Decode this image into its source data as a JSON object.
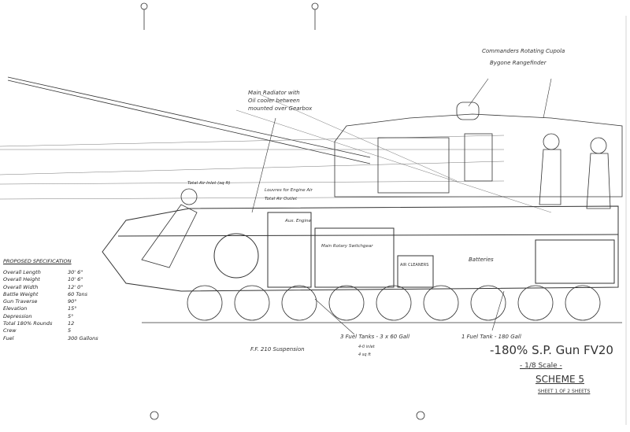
{
  "drawing": {
    "title": "-180% S.P. Gun FV20",
    "scale": "- 1/8 Scale -",
    "scheme": "SCHEME 5",
    "sheet": "SHEET 1 OF 2 SHEETS"
  },
  "specification": {
    "heading": "PROPOSED SPECIFICATION",
    "rows": [
      {
        "label": "Overall Length",
        "value": "30' 6\""
      },
      {
        "label": "Overall Height",
        "value": "10' 6\""
      },
      {
        "label": "Overall Width",
        "value": "12' 0\""
      },
      {
        "label": "Battle Weight",
        "value": "60 Tons"
      },
      {
        "label": "Gun Traverse",
        "value": "90°"
      },
      {
        "label": "Elevation",
        "value": "15°"
      },
      {
        "label": "Depression",
        "value": "5°"
      },
      {
        "label": "Total 180% Rounds",
        "value": "12"
      },
      {
        "label": "Crew",
        "value": "5"
      },
      {
        "label": "Fuel",
        "value": "300 Gallons"
      }
    ]
  },
  "annotations": {
    "cupola": "Commanders Rotating Cupola",
    "rangefinder": "Bygone Rangefinder",
    "radiator1": "Main Radiator with",
    "radiator2": "Oil cooler between",
    "radiator3": "mounted over Gearbox",
    "air_inlet": "Total Air Inlet (sq ft)",
    "louvres1": "Louvres for Engine Air",
    "louvres2": "Total Air Outlet",
    "aux_engine": "Aux. Engine",
    "switchgear": "Main Rotary Switchgear",
    "batteries": "Batteries",
    "air_cleaners": "AIR CLEANERS",
    "fuel_tanks_3": "3 Fuel Tanks - 3 x 60 Gall",
    "fuel_tank_1": "1 Fuel Tank - 180 Gall",
    "suspension": "F.F. 210 Suspension",
    "inlet": "4-0 inlet",
    "sq_ft": "4 sq ft"
  }
}
